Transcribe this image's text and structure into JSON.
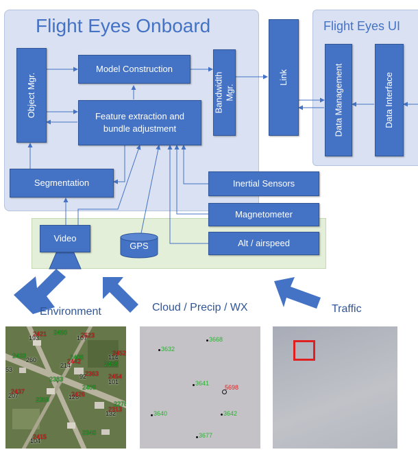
{
  "onboard": {
    "title": "Flight Eyes Onboard",
    "object_mgr": "Object Mgr.",
    "model_construction": "Model Construction",
    "feature_extraction": "Feature extraction and bundle adjustment",
    "bandwidth_mgr": "Bandwidth Mgr.",
    "segmentation": "Segmentation"
  },
  "link": "Link",
  "ui": {
    "title": "Flight Eyes UI",
    "data_management": "Data Management",
    "data_interface": "Data Interface"
  },
  "sensors": {
    "video": "Video",
    "gps": "GPS",
    "inertial": "Inertial Sensors",
    "magnetometer": "Magnetometer",
    "alt_airspeed": "Alt / airspeed"
  },
  "inputs": {
    "environment": "Environment",
    "cloud": "Cloud / Precip / WX",
    "traffic": "Traffic"
  },
  "cloud_points": {
    "green": [
      "3632",
      "3668",
      "3641",
      "3640",
      "3642",
      "3677"
    ],
    "red": [
      "5698"
    ]
  },
  "environment_points": {
    "black": [
      "193",
      "107",
      "260",
      "214",
      "92",
      "114",
      "101",
      "207",
      "126",
      "132",
      "104",
      "53"
    ],
    "green": [
      "2490",
      "2405",
      "2383",
      "2433",
      "2278",
      "2340",
      "2359",
      "2400",
      "2458"
    ],
    "red": [
      "2421",
      "2523",
      "2442",
      "2363",
      "2452",
      "2454",
      "2437",
      "2426",
      "2313",
      "2415"
    ]
  },
  "colors": {
    "box_blue": "#4472c4",
    "panel_blue": "#d9e1f2",
    "panel_green": "#e3efd9",
    "arrow_blue": "#4472c4",
    "traffic_marker": "#e02020"
  }
}
